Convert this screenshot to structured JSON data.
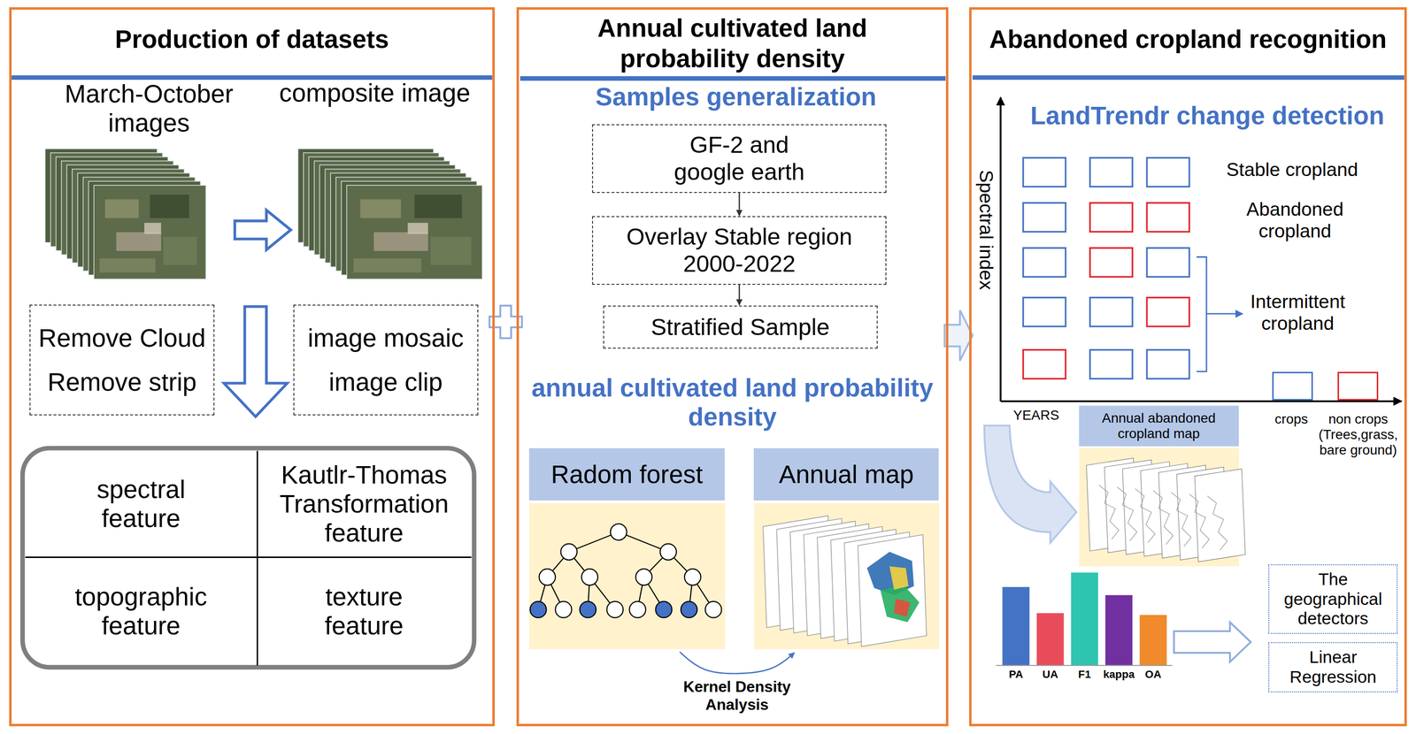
{
  "diagram": {
    "nodes": [
      {
        "text": [
          "Production of datasets"
        ]
      },
      {
        "text": [
          "Remove Cloud",
          "Remove strip"
        ],
        "in": 0
      },
      {
        "text": [
          "image mosaic",
          "image clip"
        ],
        "in": 0
      },
      {
        "text": [
          "spectral feature"
        ],
        "in": 0
      },
      {
        "text": [
          "Kautlr-Thomas Transformation feature"
        ],
        "in": 0
      },
      {
        "text": [
          "topographic feature"
        ],
        "in": 0
      },
      {
        "text": [
          "texture feature"
        ],
        "in": 0
      },
      {
        "text": [
          "Annual cultivated land probability density"
        ]
      },
      {
        "text": [
          "GF-2 and google earth"
        ],
        "in": 7
      },
      {
        "text": [
          "Overlay Stable region 2000-2022"
        ],
        "in": 7
      },
      {
        "text": [
          "Stratified Sample"
        ],
        "in": 7
      },
      {
        "text": [
          "Radom forest"
        ],
        "in": 7
      },
      {
        "text": [
          "Annual map"
        ],
        "in": 7
      },
      {
        "text": [
          "Abandoned cropland recognition"
        ]
      },
      {
        "text": [
          "Annual abandoned cropland map"
        ],
        "in": 13
      },
      {
        "text": [
          "The geographical detectors"
        ],
        "in": 13
      },
      {
        "text": [
          "Linear Regression"
        ],
        "in": 13
      }
    ],
    "edges": [
      {
        "from": 8,
        "to": 9,
        "arrow": "to"
      },
      {
        "from": 9,
        "to": 10,
        "arrow": "to"
      },
      {
        "from": 11,
        "to": 12,
        "label": "Kernel Density Analysis",
        "arrow": "to"
      },
      {
        "from": 7,
        "to": 13,
        "arrow": "to"
      }
    ],
    "labels": [
      "March-October images",
      "composite image",
      "Samples generalization",
      "annual cultivated land probability density",
      "LandTrendr change detection",
      "Spectral index",
      "Stable cropland",
      "Abandoned cropland",
      "Intermittent cropland",
      "YEARS",
      "PA",
      "UA",
      "F1",
      "kappa",
      "OA"
    ],
    "legend": [
      {
        "text": "crops",
        "color": "#4472c4"
      },
      {
        "text": "non crops (Trees,grass, bare ground)",
        "color": "#e3262d"
      }
    ]
  }
}
